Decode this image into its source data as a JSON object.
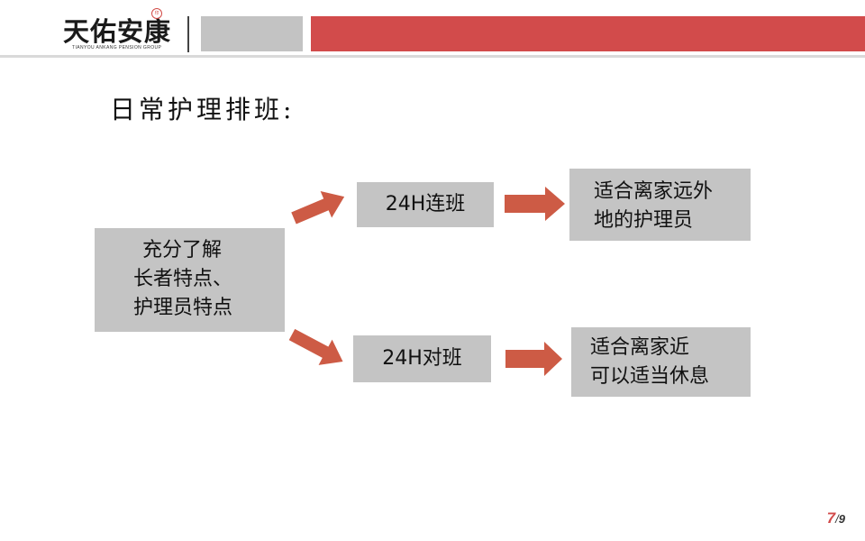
{
  "header": {
    "logo_cn": "天佑安康",
    "logo_en": "TIANYOU ANKANG PENSION GROUP",
    "seal": "印",
    "colors": {
      "accent": "#d24b4b",
      "gray": "#c3c3c3"
    }
  },
  "title": "日常护理排班:",
  "diagram": {
    "main_lines": [
      "充分了解",
      "长者特点、",
      "护理员特点"
    ],
    "shift_24h_lianban": "24H连班",
    "shift_24h_duiban": "24H对班",
    "lianban_suit_lines": [
      "适合离家远外",
      "地的护理员"
    ],
    "duiban_suit_lines": [
      "适合离家近",
      "可以适当休息"
    ],
    "box_color": "#c4c4c4",
    "arrow_color": "#cd5b45"
  },
  "pagination": {
    "current": "7",
    "separator": "/",
    "total": "9"
  }
}
